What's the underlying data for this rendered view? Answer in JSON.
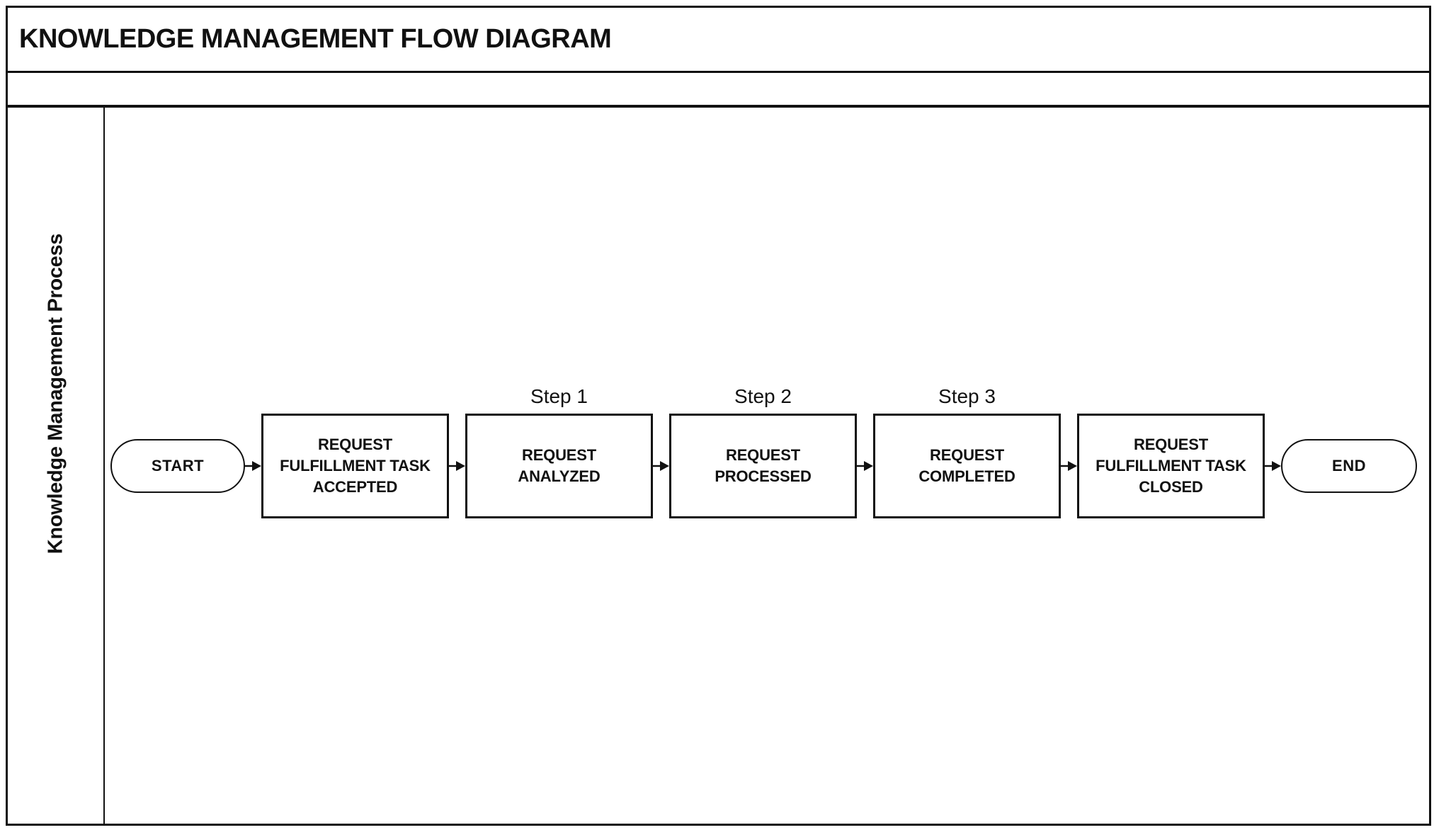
{
  "header": {
    "title": "KNOWLEDGE MANAGEMENT FLOW DIAGRAM"
  },
  "lane": {
    "label": "Knowledge Management Process"
  },
  "flow": {
    "start_label": "START",
    "end_label": "END",
    "nodes": [
      {
        "caption": "",
        "lines": [
          "REQUEST",
          "FULFILLMENT TASK",
          "ACCEPTED"
        ]
      },
      {
        "caption": "Step 1",
        "lines": [
          "REQUEST",
          "ANALYZED"
        ]
      },
      {
        "caption": "Step 2",
        "lines": [
          "REQUEST",
          "PROCESSED"
        ]
      },
      {
        "caption": "Step 3",
        "lines": [
          "REQUEST",
          "COMPLETED"
        ]
      },
      {
        "caption": "",
        "lines": [
          "REQUEST",
          "FULFILLMENT TASK",
          "CLOSED"
        ]
      }
    ],
    "connector_icon": "arrow-right-icon"
  },
  "colors": {
    "ink": "#111111",
    "background": "#ffffff"
  }
}
